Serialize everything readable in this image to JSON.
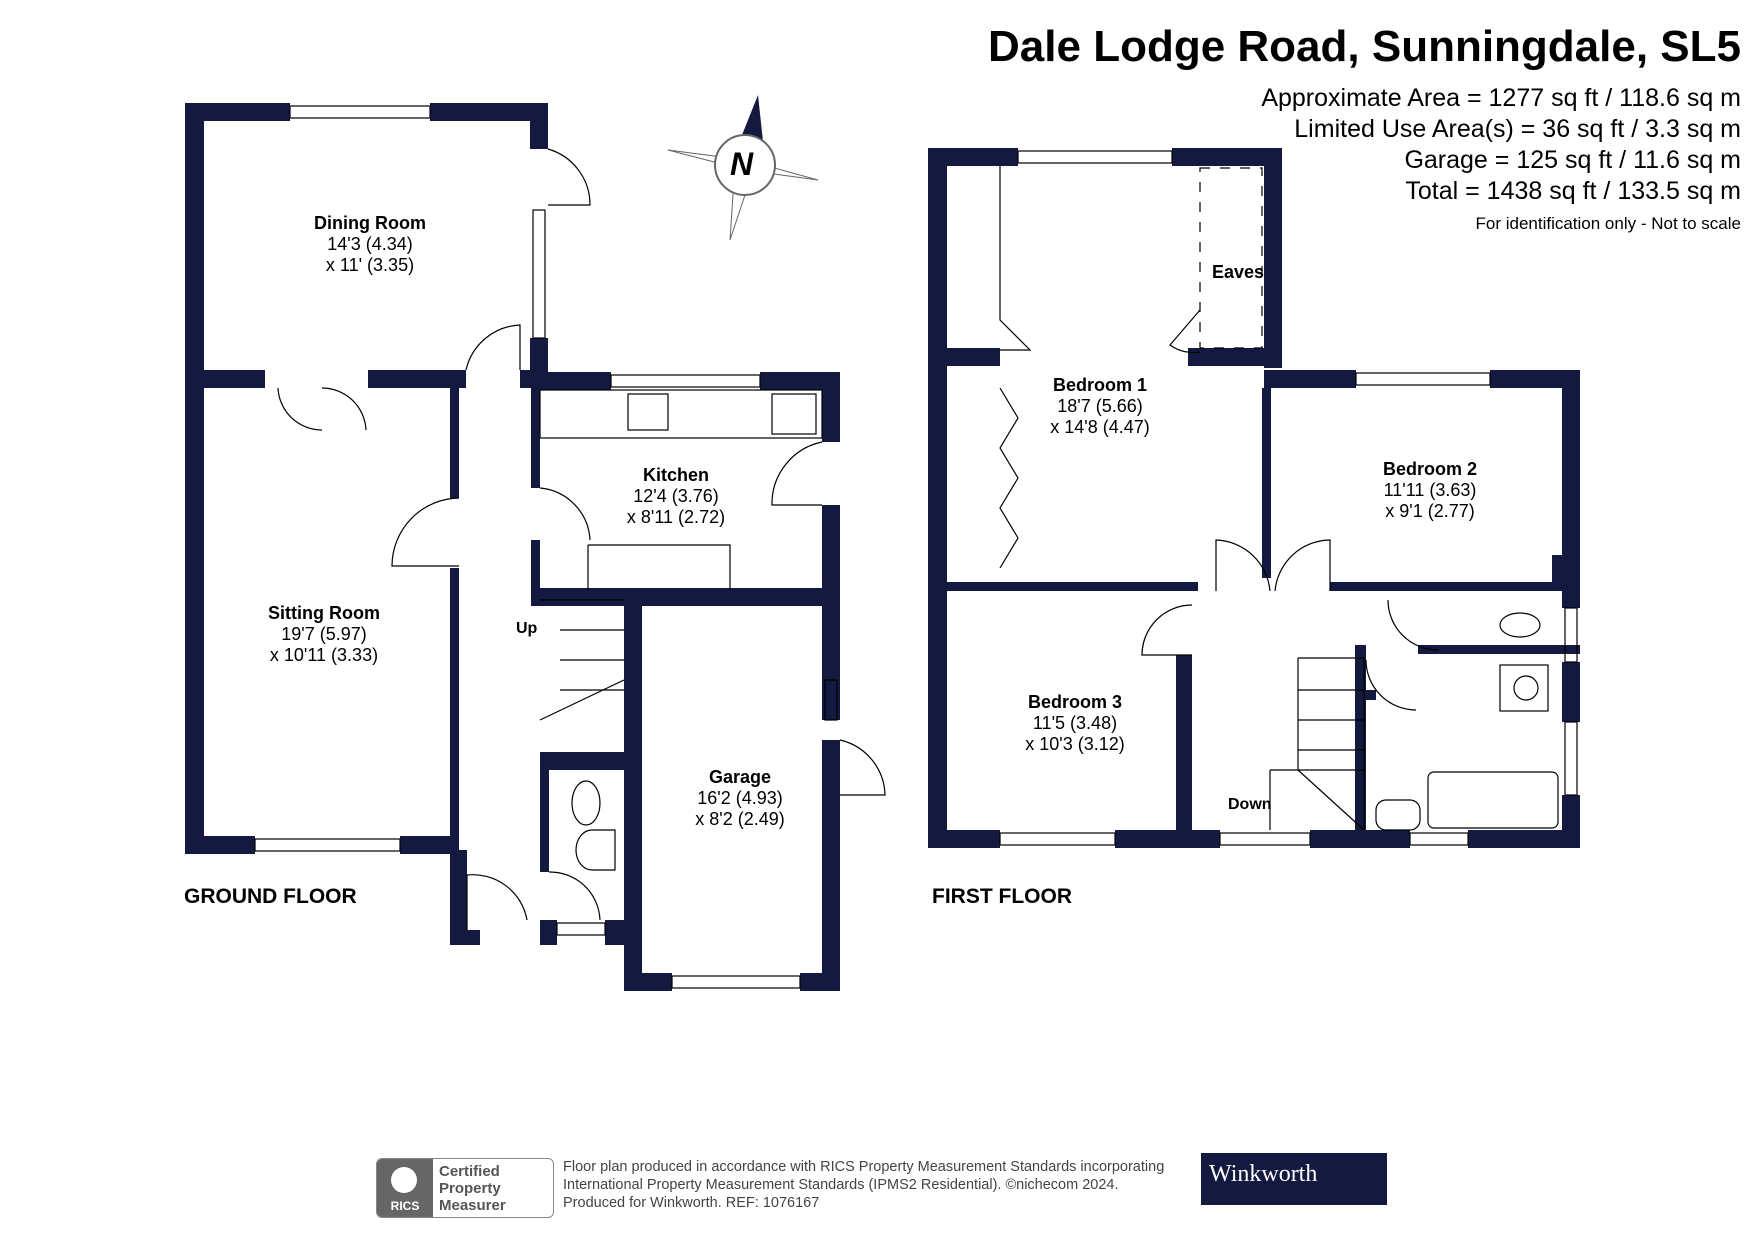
{
  "header": {
    "title": "Dale Lodge Road, Sunningdale, SL5",
    "areas": [
      "Approximate Area = 1277 sq ft / 118.6 sq m",
      "Limited Use Area(s) = 36 sq ft / 3.3 sq m",
      "Garage = 125 sq ft / 11.6 sq m",
      "Total = 1438 sq ft / 133.5 sq m"
    ],
    "disclaimer": "For identification only - Not to scale"
  },
  "compass": {
    "letter": "N",
    "icon": "north-arrow-icon"
  },
  "ground_floor": {
    "label": "GROUND FLOOR",
    "stairs_label": "Up",
    "rooms": {
      "dining": {
        "name": "Dining Room",
        "dim1": "14'3 (4.34)",
        "dim2": "x 11' (3.35)"
      },
      "sitting": {
        "name": "Sitting Room",
        "dim1": "19'7 (5.97)",
        "dim2": "x 10'11 (3.33)"
      },
      "kitchen": {
        "name": "Kitchen",
        "dim1": "12'4 (3.76)",
        "dim2": "x 8'11 (2.72)"
      },
      "garage": {
        "name": "Garage",
        "dim1": "16'2 (4.93)",
        "dim2": "x 8'2 (2.49)"
      }
    }
  },
  "first_floor": {
    "label": "FIRST FLOOR",
    "stairs_label": "Down",
    "eaves_label": "Eaves",
    "rooms": {
      "bed1": {
        "name": "Bedroom 1",
        "dim1": "18'7 (5.66)",
        "dim2": "x 14'8 (4.47)"
      },
      "bed2": {
        "name": "Bedroom 2",
        "dim1": "11'11 (3.63)",
        "dim2": "x 9'1 (2.77)"
      },
      "bed3": {
        "name": "Bedroom 3",
        "dim1": "11'5 (3.48)",
        "dim2": "x 10'3 (3.12)"
      }
    }
  },
  "footer": {
    "badge_word": "RICS",
    "badge_lines": [
      "Certified",
      "Property",
      "Measurer"
    ],
    "text_lines": [
      "Floor plan produced in accordance with RICS Property Measurement Standards incorporating",
      "International Property Measurement Standards (IPMS2 Residential).   ©nichecom 2024.",
      "Produced for Winkworth.    REF:  1076167"
    ],
    "brand": "Winkworth"
  },
  "colors": {
    "wall": "#141a3f",
    "text": "#000000",
    "brand_bg": "#141a3f"
  }
}
